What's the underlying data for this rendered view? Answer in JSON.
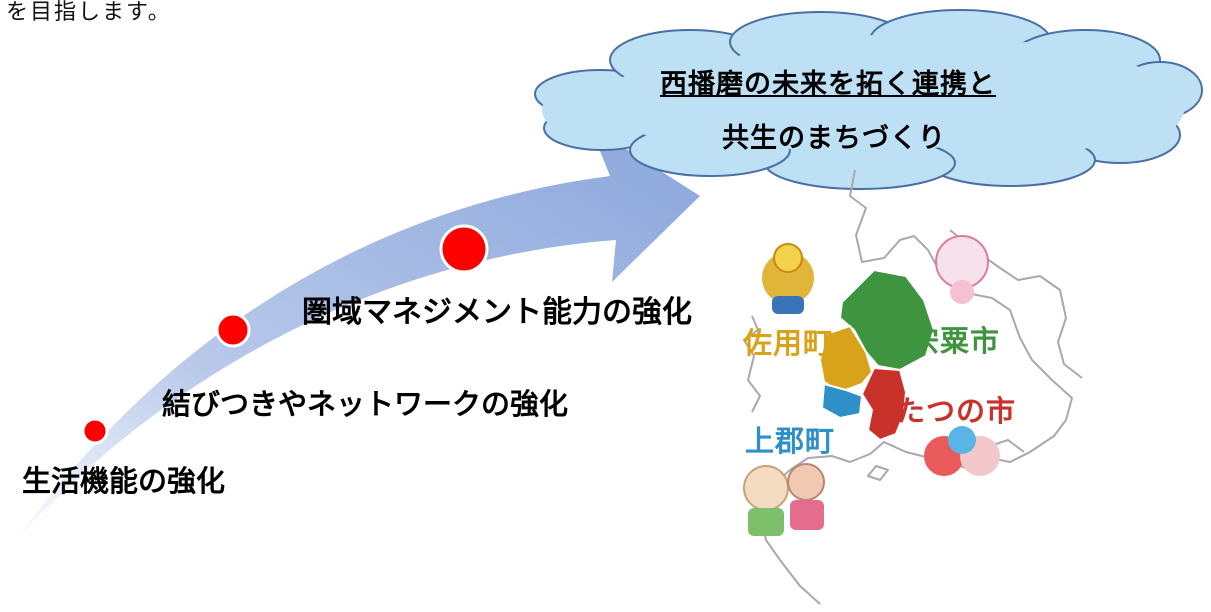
{
  "intro_text": "を目指します。",
  "goal": {
    "line1": "西播磨の未来を拓く連携と",
    "line2": "共生のまちづくり"
  },
  "stages": [
    {
      "label": "生活機能の強化"
    },
    {
      "label": "結びつきやネットワークの強化"
    },
    {
      "label": "圏域マネジメント能力の強化"
    }
  ],
  "municipalities": [
    {
      "name": "佐用町",
      "color": "#d9a21b"
    },
    {
      "name": "宍粟市",
      "color": "#3f9440"
    },
    {
      "name": "たつの市",
      "color": "#c8322a"
    },
    {
      "name": "上郡町",
      "color": "#2f8fc8"
    }
  ],
  "colors": {
    "arrow": "#8fa9dc",
    "dot": "#ff0000",
    "cloud_fill": "#bde0f5",
    "cloud_stroke": "#4a6fa5"
  }
}
